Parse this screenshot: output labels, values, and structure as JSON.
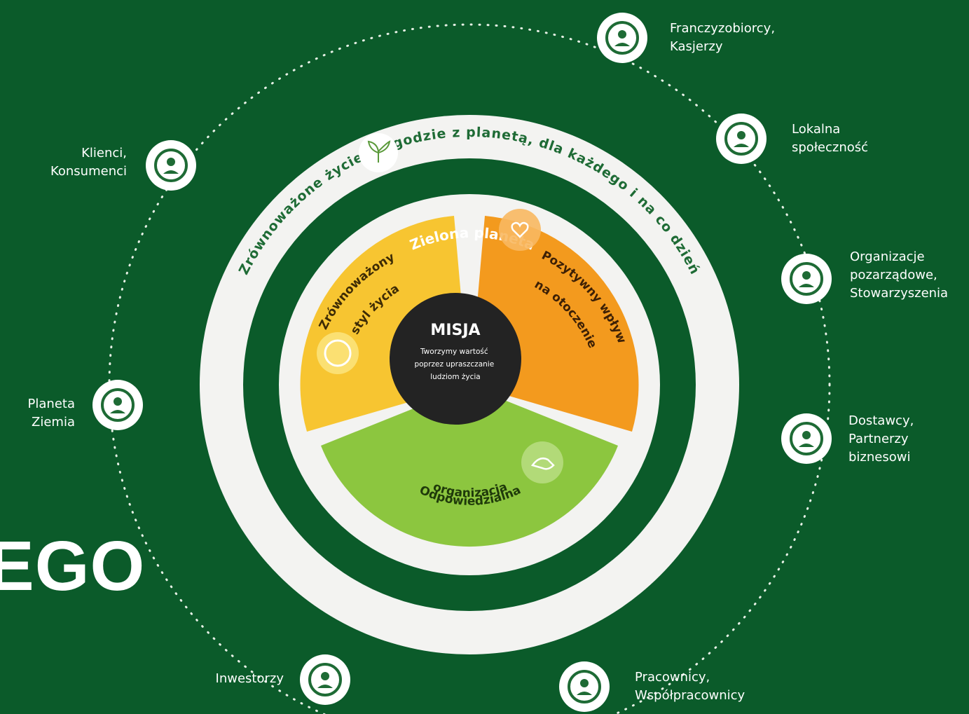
{
  "outer_ring_text": "Zrównoważone życie w zgodzie z planetą, dla każdego i na co dzień",
  "green_ring_text": "Zielona planeta",
  "mission": {
    "title": "MISJA",
    "lines": [
      "Tworzymy wartość",
      "poprzez upraszczanie",
      "ludziom życia"
    ]
  },
  "segments": {
    "lifestyle": {
      "lines": [
        "Zrównoważony",
        "styl życia"
      ],
      "color": "#f7c531",
      "icon": "leaf-hands-icon"
    },
    "impact": {
      "lines": [
        "Pozytywny wpływ",
        "na otoczenie"
      ],
      "color": "#f39a1e",
      "icon": "heart-hands-icon"
    },
    "organization": {
      "lines": [
        "Odpowiedzialna",
        "organizacja"
      ],
      "color": "#8cc63f",
      "icon": "handshake-icon"
    }
  },
  "stakeholders": [
    {
      "lines": [
        "Franczyzobiorcy,",
        "Kasjerzy"
      ]
    },
    {
      "lines": [
        "Lokalna",
        "społeczność"
      ]
    },
    {
      "lines": [
        "Organizacje",
        "pozarządowe,",
        "Stowarzyszenia"
      ]
    },
    {
      "lines": [
        "Dostawcy,",
        "Partnerzy",
        "biznesowi"
      ]
    },
    {
      "lines": [
        "Pracownicy,",
        "Współpracownicy"
      ]
    },
    {
      "lines": [
        "Inwestorzy"
      ]
    },
    {
      "lines": [
        "Planeta",
        "Ziemia"
      ]
    },
    {
      "lines": [
        "Klienci,",
        "Konsumenci"
      ]
    }
  ],
  "partial_heading": "EGO",
  "colors": {
    "background": "#0b5b2a",
    "white_ring": "#f3f3f1",
    "center": "#232323",
    "icon_green": "#1e6b35"
  }
}
